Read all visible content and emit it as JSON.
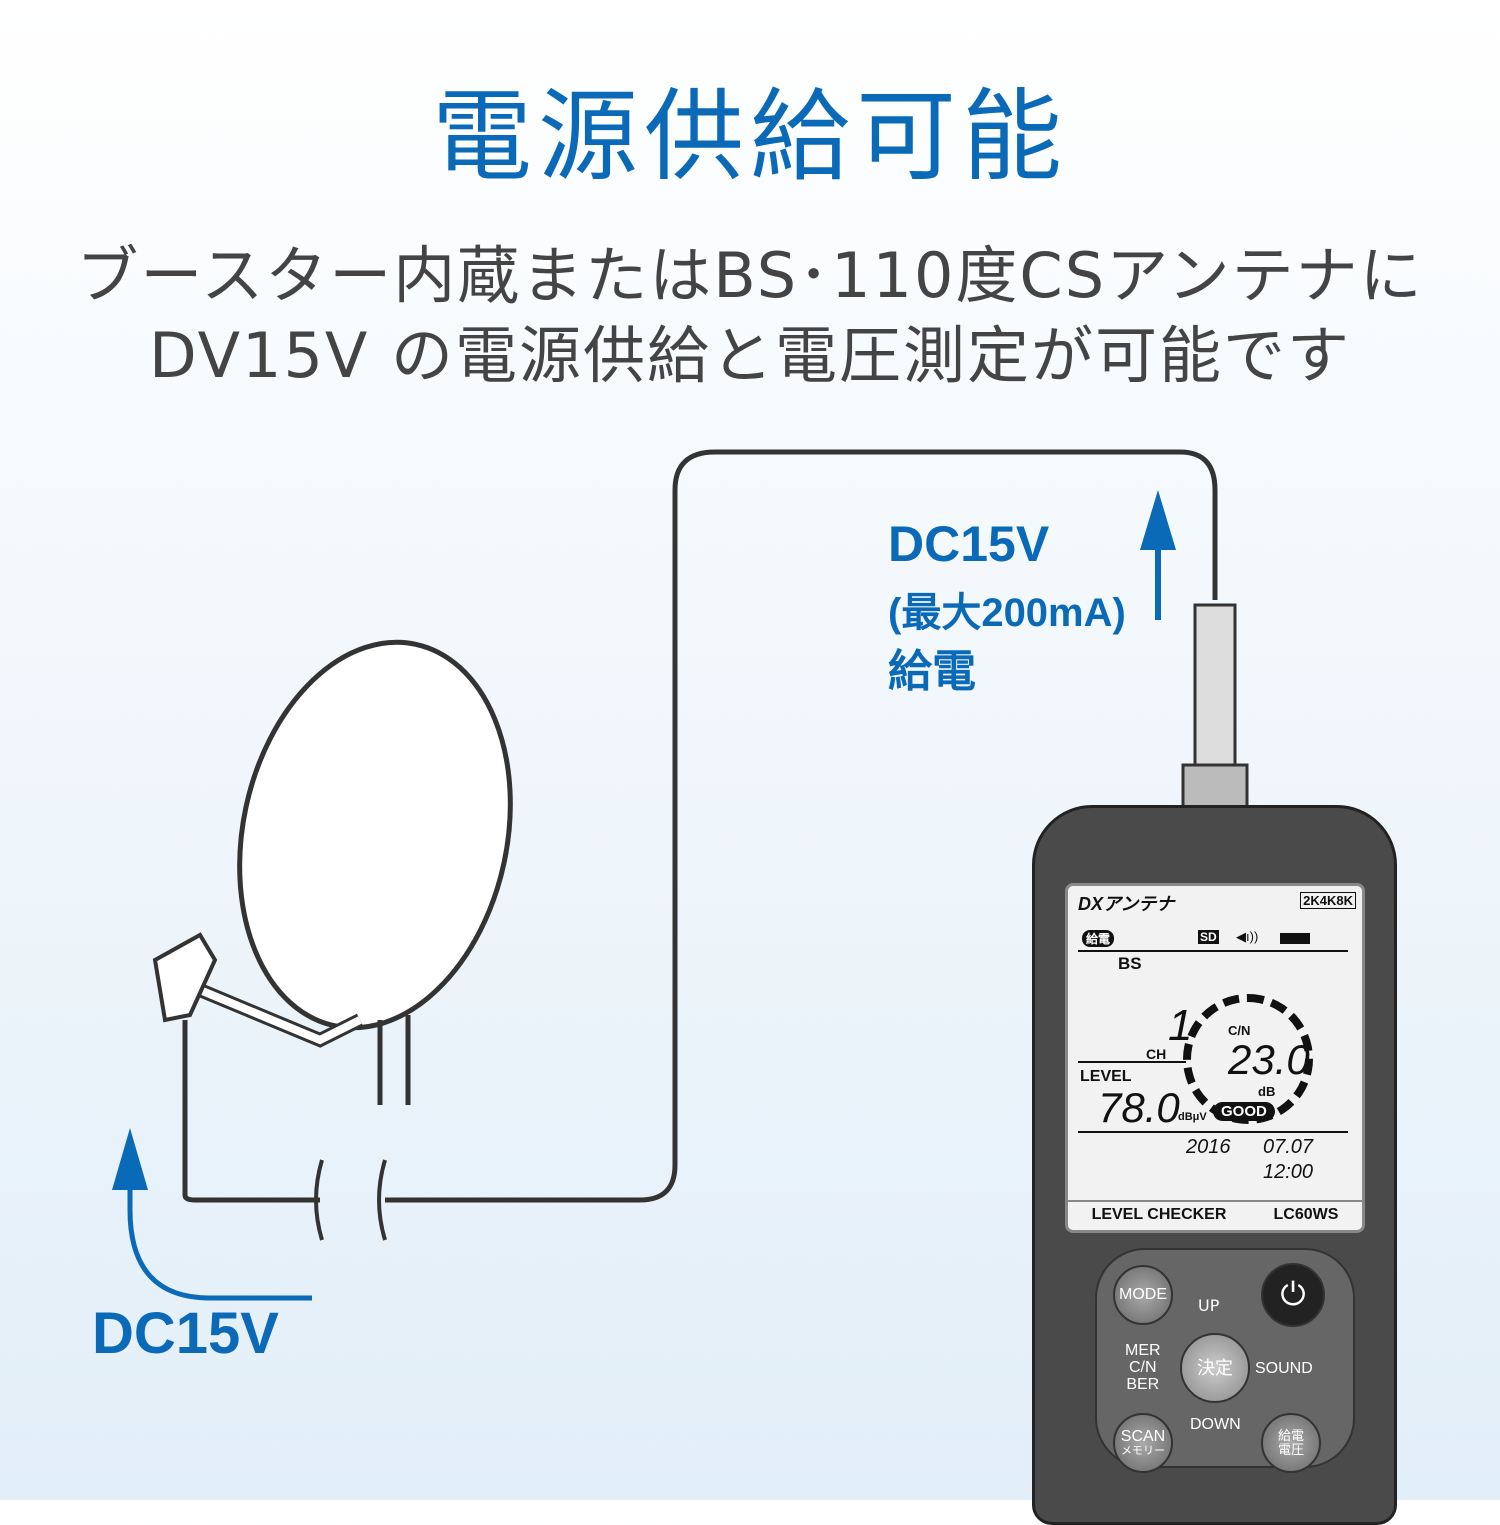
{
  "title": "電源供給可能",
  "subtitle": {
    "line1": "ブースター内蔵またはBS･110度CSアンテナに",
    "line2": "DV15V の電源供給と電圧測定が可能です"
  },
  "labels": {
    "dc_top": "DC15V",
    "max_current": "(最大200mA)",
    "feed": "給電",
    "dc_bottom": "DC15V"
  },
  "colors": {
    "accent": "#0a6ab8",
    "text": "#444444"
  },
  "device": {
    "brand": "DXアンテナ",
    "badges": "2K4K8K",
    "screen": {
      "power_tag": "給電",
      "sd": "SD",
      "speaker": "◀ı))",
      "band": "BS",
      "channel": "1",
      "ch_label": "CH",
      "cn_label": "C/N",
      "cn_value": "23.0",
      "cn_unit": "dB",
      "level_label": "LEVEL",
      "level_value": "78.0",
      "level_unit": "dBμV",
      "status": "GOOD",
      "year": "2016",
      "date": "07.07",
      "time": "12:00"
    },
    "model_label": "LEVEL CHECKER",
    "model": "LC60WS",
    "buttons": {
      "mode": "MODE",
      "up": "UP",
      "down": "DOWN",
      "enter": "決定",
      "sound": "SOUND",
      "mer": "MER",
      "cn": "C/N",
      "ber": "BER",
      "scan": "SCAN",
      "memory": "メモリー",
      "feed1": "給電",
      "feed2": "電圧",
      "power": "⏻"
    }
  }
}
